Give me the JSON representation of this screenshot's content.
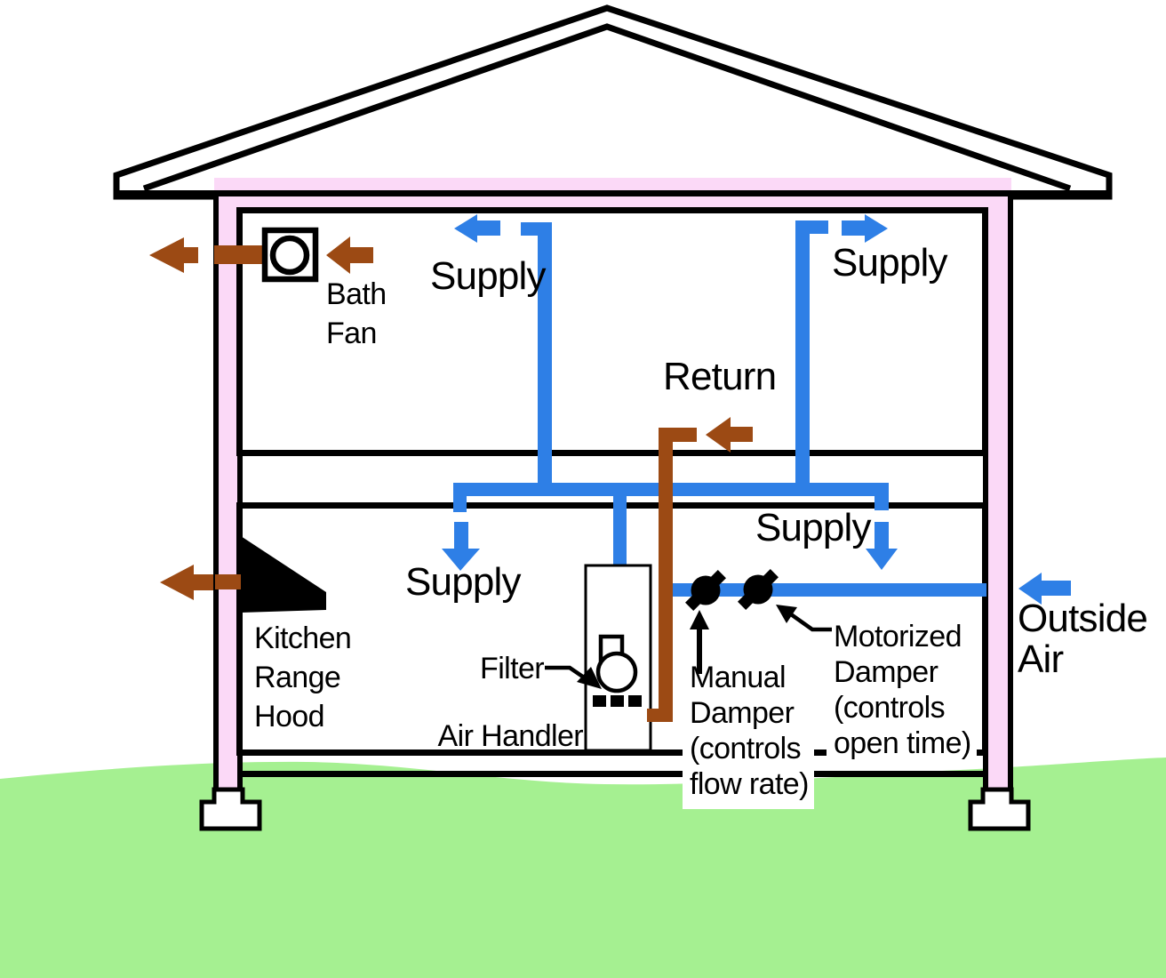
{
  "title": "House ventilation and duct system diagram",
  "colors": {
    "supply_blue": "#2E7FE6",
    "exhaust_brown": "#9C4A14",
    "wall_pink": "#FBD9F7",
    "ground_green": "#A5F091",
    "outline_black": "#000000"
  },
  "labels": {
    "supply_upper_left": "Supply",
    "supply_upper_right": "Supply",
    "return_duct": "Return",
    "supply_lower_left": "Supply",
    "supply_lower_right": "Supply",
    "bath_fan": [
      "Bath",
      "Fan"
    ],
    "kitchen_hood": [
      "Kitchen",
      "Range",
      "Hood"
    ],
    "filter": "Filter",
    "air_handler": "Air Handler",
    "manual_damper": [
      "Manual",
      "Damper",
      "(controls",
      "flow rate)"
    ],
    "motorized_damper": [
      "Motorized",
      "Damper",
      "(controls",
      "open time)"
    ],
    "outside_air": [
      "Outside",
      "Air"
    ]
  }
}
